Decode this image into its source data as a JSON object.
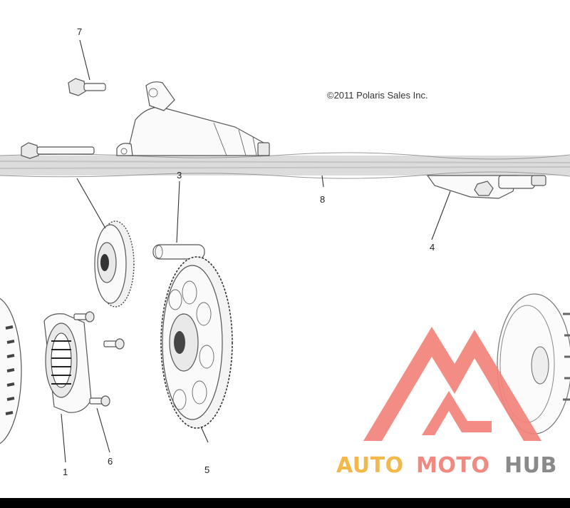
{
  "copyright": "©2011 Polaris Sales Inc.",
  "callouts": {
    "c1": "1",
    "c3": "3",
    "c4": "4",
    "c5": "5",
    "c6": "6",
    "c7": "7",
    "c8": "8"
  },
  "watermark": {
    "part1": "AUTO",
    "part2": "MOTO",
    "part3": "HUB",
    "color_auto": "#f2b84b",
    "color_moto": "#f08a80",
    "color_hub": "#8a8a8a",
    "logo_color": "#f2837a"
  }
}
